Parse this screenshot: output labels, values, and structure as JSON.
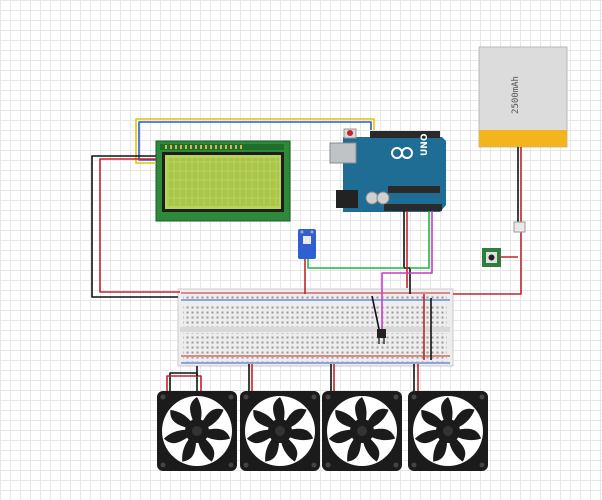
{
  "arduino": {
    "logo_text": "UNO"
  },
  "battery": {
    "capacity_label": "2500mAh"
  },
  "colors": {
    "wire_black": "#111111",
    "wire_red": "#c0262c",
    "wire_yellow": "#e6c400",
    "wire_blue": "#2a5fc9",
    "wire_green": "#26b34a",
    "wire_magenta": "#c53fc6",
    "arduino_blue": "#1f6c94",
    "lcd_green": "#b7d45a",
    "battery_gold": "#f2b51c"
  },
  "fans": {
    "count": 4
  }
}
